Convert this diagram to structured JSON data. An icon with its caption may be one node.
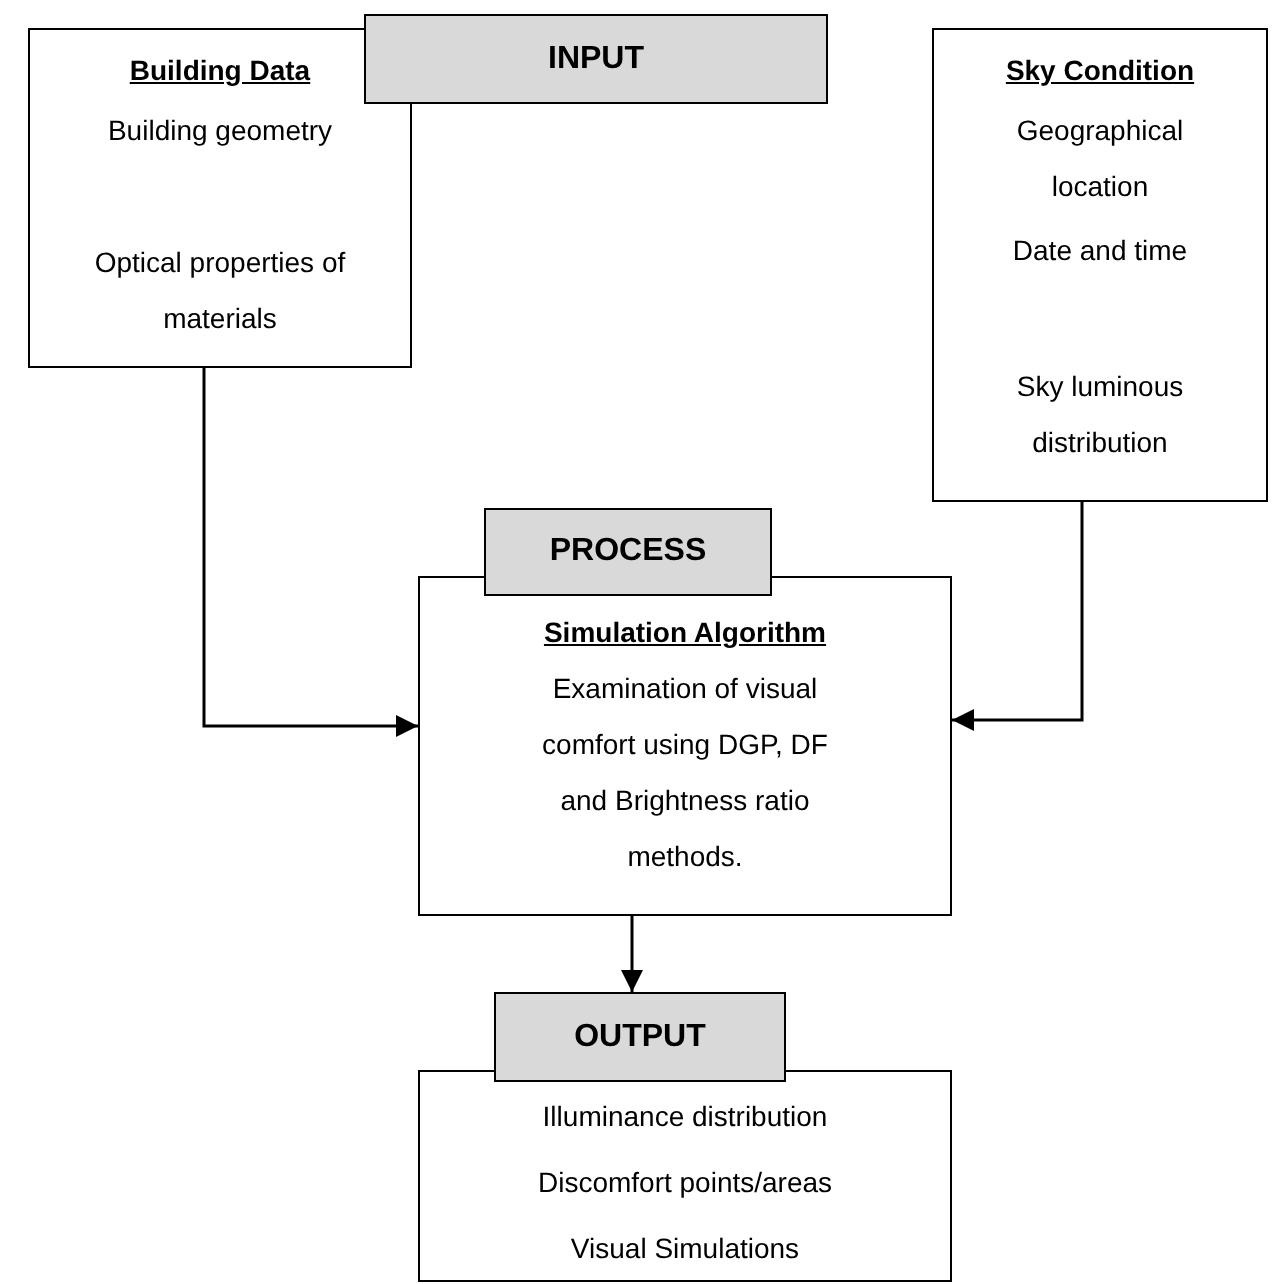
{
  "diagram": {
    "nodes": [
      {
        "text": [
          "INPUT"
        ]
      },
      {
        "text": [
          "Building Data",
          "Building geometry",
          "Optical properties of materials"
        ]
      },
      {
        "text": [
          "Sky Condition",
          "Geographical location",
          "Date and time",
          "Sky luminous distribution"
        ]
      },
      {
        "text": [
          "PROCESS"
        ]
      },
      {
        "text": [
          "Simulation Algorithm",
          "Examination of visual comfort using DGP, DF and Brightness ratio methods."
        ]
      },
      {
        "text": [
          "OUTPUT"
        ]
      },
      {
        "text": [
          "Illuminance distribution",
          "Discomfort points/areas",
          "Visual Simulations"
        ]
      }
    ],
    "edges": [
      {
        "from": 1,
        "to": 4,
        "arrow": "to"
      },
      {
        "from": 2,
        "to": 4,
        "arrow": "to"
      },
      {
        "from": 4,
        "to": 5,
        "arrow": "to"
      }
    ]
  }
}
